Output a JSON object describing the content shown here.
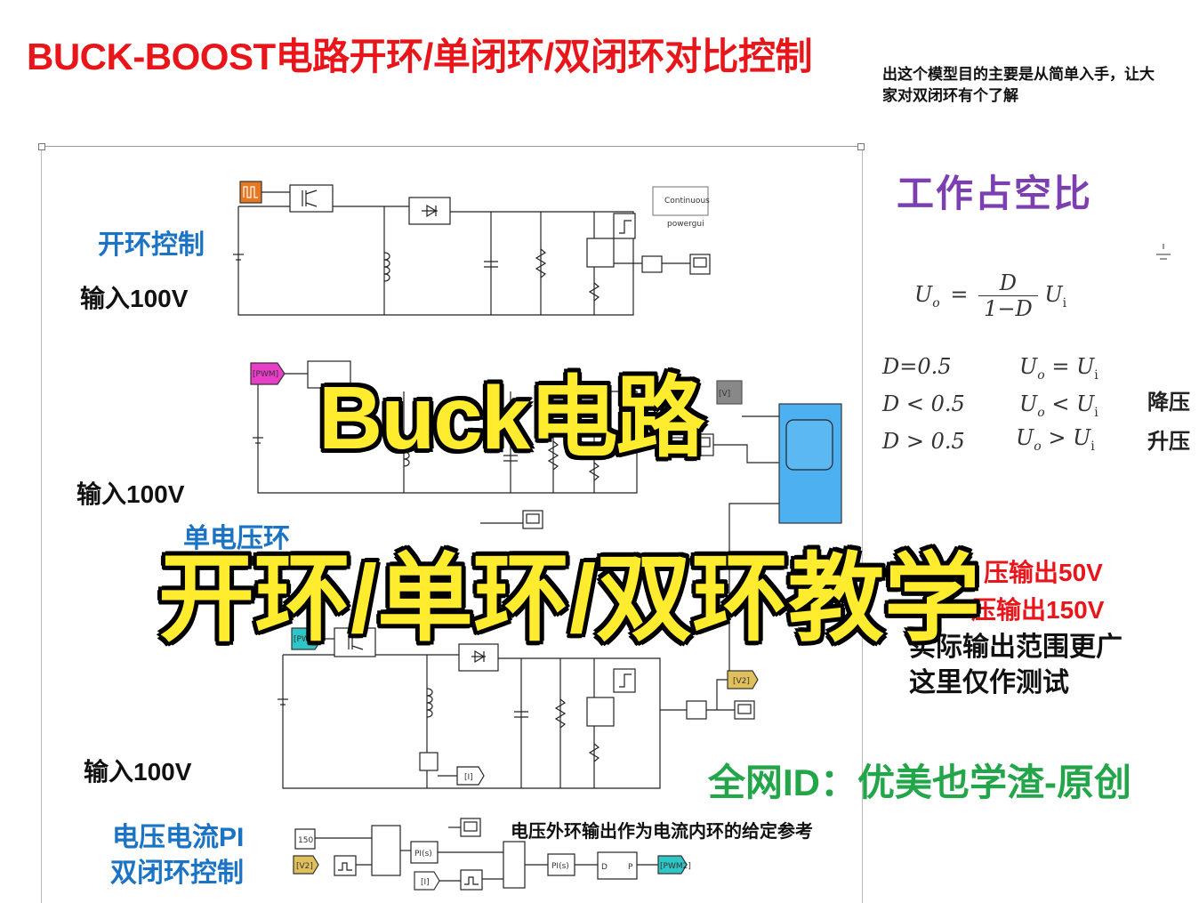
{
  "title": "BUCK-BOOST电路开环/单闭环/双闭环对比控制",
  "note": "出这个模型目的主要是从简单入手，让大家对双闭环有个了解",
  "labels": {
    "open_loop": "开环控制",
    "input_1": "输入100V",
    "input_2": "输入100V",
    "voltage_loop_partial": "单电压环",
    "input_3": "输入100V",
    "pi_line1": "电压电流PI",
    "pi_line2": "双闭环控制"
  },
  "blocks": {
    "powergui_mode": "Continuous",
    "powergui_name": "powergui",
    "pwm_tag": "[PWM]",
    "pwm2_tag_left": "[PWM2]",
    "v2_tag": "[V2]",
    "v_tag": "[V]",
    "i_tag": "[I]",
    "const_150": "150",
    "v2_from": "[V2]",
    "pi1": "PI(s)",
    "i_from": "[I]",
    "pi2": "PI(s)",
    "pwm_d": "D",
    "pwm_p": "P",
    "pwm2_goto": "[PWM2]"
  },
  "duty": {
    "title": "工作占空比",
    "formula_lhs": "U",
    "formula_lhs_sub": "o",
    "formula_eq": "=",
    "formula_num": "D",
    "formula_den": "1−D",
    "formula_rhs": "U",
    "formula_rhs_sub": "i",
    "rows": [
      {
        "d": "D=0.5",
        "u": "U",
        "usub": "o",
        "rel": "=",
        "ui": "U",
        "uisub": "i",
        "tag": ""
      },
      {
        "d": "D < 0.5",
        "u": "U",
        "usub": "o",
        "rel": "<",
        "ui": "U",
        "uisub": "i",
        "tag": "降压"
      },
      {
        "d": "D > 0.5",
        "u": "U",
        "usub": "o",
        "rel": ">",
        "ui": "U",
        "uisub": "i",
        "tag": "升压"
      }
    ]
  },
  "outputs": {
    "step_down": "压输出50V",
    "step_up": "压输出150V",
    "range_note": "实际输出范围更广",
    "test_note": "这里仅作测试"
  },
  "id_line": "全网ID：优美也学渣-原创",
  "pi_note": "电压外环输出作为电流内环的给定参考",
  "overlay": {
    "line1": "Buck电路",
    "line2": "开环/单环/双环教学"
  },
  "colors": {
    "title_red": "#e8161b",
    "label_blue": "#1a73c4",
    "duty_purple": "#7b3fb1",
    "id_green": "#23a64a",
    "overlay_yellow": "#ffec2e",
    "scope_blue": "#4db0f0",
    "pulse_orange": "#e87722",
    "pwm_magenta": "#e83ec8",
    "goto_cyan": "#2ec6c6",
    "from_gold": "#e0c05a"
  }
}
